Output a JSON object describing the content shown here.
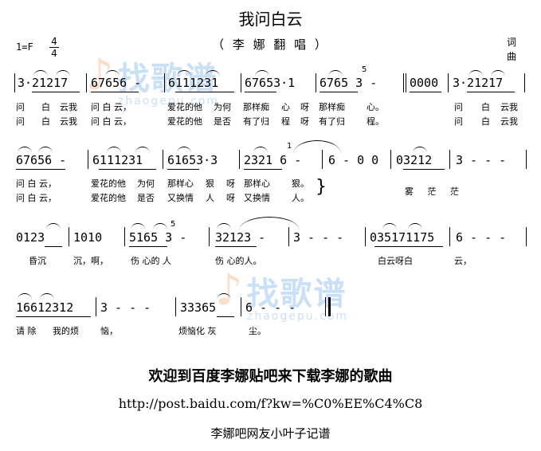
{
  "song": {
    "title": "我问白云",
    "subtitle": "（ 李 娜 翻 唱 ）",
    "credit_lyrics": "词",
    "credit_music": "曲",
    "key": "1=F",
    "time_top": "4",
    "time_bottom": "4"
  },
  "rows": [
    {
      "measures": [
        "3·21217",
        "67656 -",
        "6111231",
        "67653·1",
        "6765 3 -",
        "0000",
        "3·21217"
      ],
      "grace": "5",
      "lyrics1": [
        "问",
        "白",
        "云我",
        "问 白 云，",
        "爱花的他",
        "为何",
        "那样痴",
        "心",
        "呀",
        "那样痴",
        "心。",
        "问",
        "白",
        "云我"
      ],
      "lyrics2": [
        "问",
        "白",
        "云我",
        "问 白 云，",
        "爱花的他",
        "是否",
        "有了归",
        "程",
        "呀",
        "有了归",
        "程。",
        "问",
        "白",
        "云我"
      ]
    },
    {
      "measures": [
        "67656 -",
        "6111231",
        "61653·3",
        "2321 6 -",
        "6 - 0 0",
        "03212",
        "3 - - -"
      ],
      "grace": "1",
      "lyrics1": [
        "问 白 云，",
        "爱花的他",
        "为何",
        "那样心",
        "狠",
        "呀",
        "那样心",
        "狠。"
      ],
      "lyrics2": [
        "问 白 云，",
        "爱花的他",
        "是否",
        "又换情",
        "人",
        "呀",
        "又换情",
        "人。"
      ],
      "side": "雾 茫 茫"
    },
    {
      "measures": [
        "0123",
        "1010",
        "5165 3 -",
        "32123 -",
        "3 - - -",
        "035171175",
        "6 - - -"
      ],
      "grace": "5",
      "lyrics1": [
        "昏沉",
        "沉，啊，",
        "伤 心的 人",
        "伤 心的人。",
        "白云呀白",
        "云，"
      ]
    },
    {
      "measures": [
        "16612312",
        "3 - - -",
        "33365",
        "6 - - -"
      ],
      "lyrics1": [
        "请 除",
        "我的烦",
        "恼，",
        "烦恼化 灰",
        "尘。"
      ]
    }
  ],
  "watermark": {
    "brand": "找歌谱",
    "domain": "zhaogepu.com"
  },
  "footer": {
    "welcome": "欢迎到百度李娜贴吧来下载李娜的歌曲",
    "url": "http://post.baidu.com/f?kw=%C0%EE%C4%C8",
    "transcriber": "李娜吧网友小叶子记谱"
  }
}
